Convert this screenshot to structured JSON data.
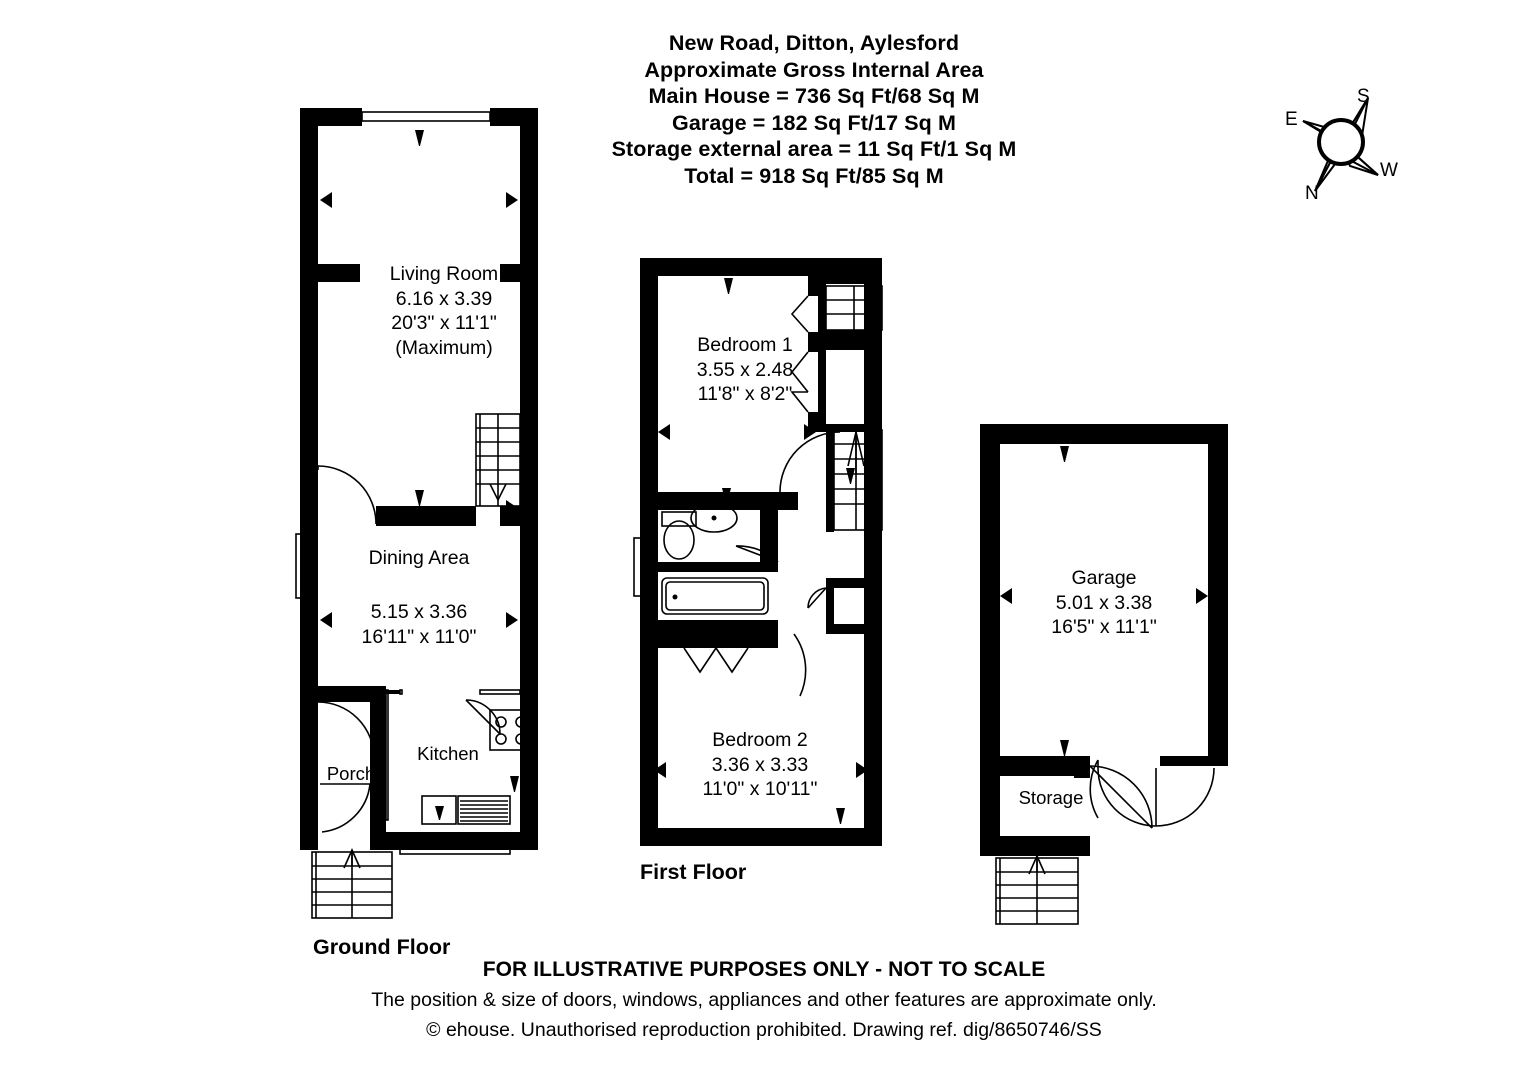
{
  "header": {
    "lines": [
      "New Road, Ditton, Aylesford",
      "Approximate Gross Internal Area",
      "Main House = 736 Sq Ft/68 Sq M",
      "Garage = 182 Sq Ft/17 Sq M",
      "Storage external area = 11 Sq Ft/1 Sq M",
      "Total = 918 Sq Ft/85 Sq M"
    ]
  },
  "compass": {
    "north": "N",
    "south": "S",
    "east": "E",
    "west": "W"
  },
  "floors": [
    {
      "id": "ground",
      "label": "Ground Floor"
    },
    {
      "id": "first",
      "label": "First Floor"
    }
  ],
  "rooms": [
    {
      "id": "living-room",
      "name": "Living Room",
      "metric": "6.16 x 3.39",
      "imperial": "20'3\" x 11'1\"",
      "note": "(Maximum)"
    },
    {
      "id": "dining-area",
      "name": "Dining Area",
      "metric": "5.15 x 3.36",
      "imperial": "16'11\" x 11'0\"",
      "note": ""
    },
    {
      "id": "kitchen",
      "name": "Kitchen",
      "metric": "",
      "imperial": "",
      "note": ""
    },
    {
      "id": "porch",
      "name": "Porch",
      "metric": "",
      "imperial": "",
      "note": ""
    },
    {
      "id": "bedroom-1",
      "name": "Bedroom 1",
      "metric": "3.55 x 2.48",
      "imperial": "11'8\" x 8'2\"",
      "note": ""
    },
    {
      "id": "bedroom-2",
      "name": "Bedroom 2",
      "metric": "3.36 x 3.33",
      "imperial": "11'0\" x 10'11\"",
      "note": ""
    },
    {
      "id": "garage",
      "name": "Garage",
      "metric": "5.01 x 3.38",
      "imperial": "16'5\" x 11'1\"",
      "note": ""
    },
    {
      "id": "storage",
      "name": "Storage",
      "metric": "",
      "imperial": "",
      "note": ""
    }
  ],
  "footer": {
    "disclaimer": "FOR ILLUSTRATIVE PURPOSES ONLY - NOT TO SCALE",
    "approx": "The position & size of doors, windows, appliances and other features are approximate only.",
    "copyright": "© ehouse. Unauthorised reproduction prohibited. Drawing ref. dig/8650746/SS"
  },
  "colors": {
    "wall": "#000000",
    "background": "#ffffff"
  }
}
